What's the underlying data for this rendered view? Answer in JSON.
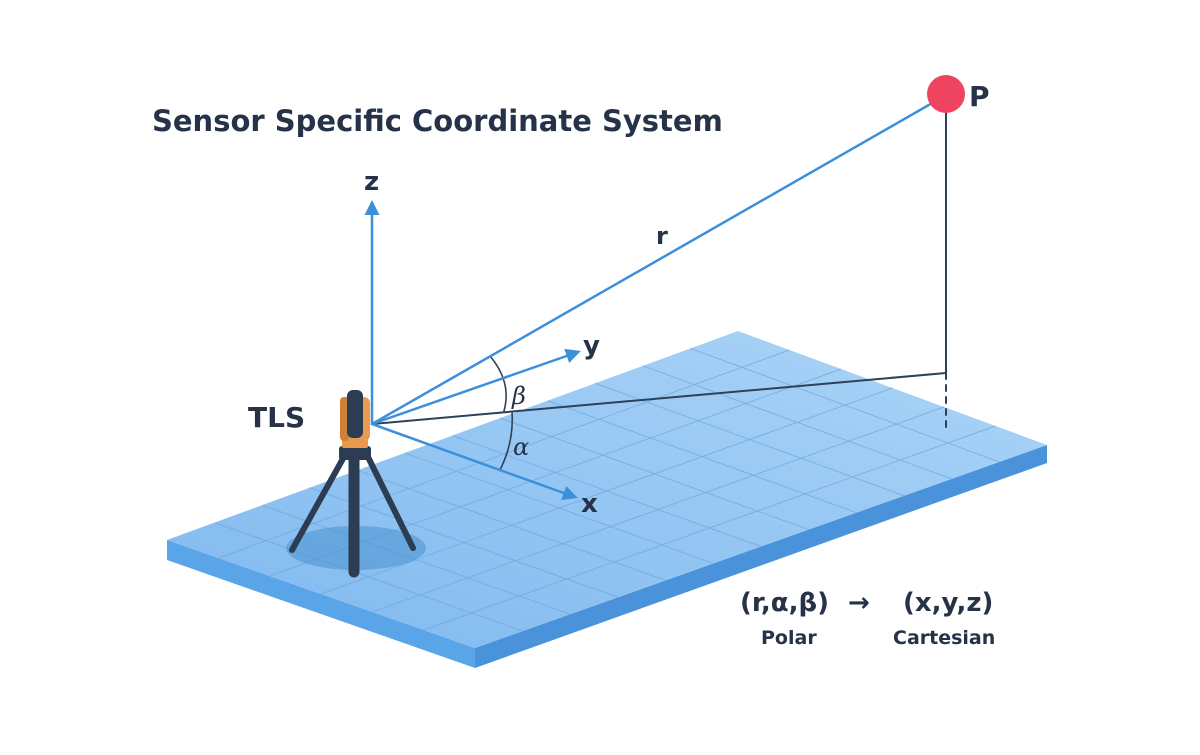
{
  "title": "Sensor Specific Coordinate System",
  "labels": {
    "point": "P",
    "range": "r",
    "z_axis": "z",
    "y_axis": "y",
    "x_axis": "x",
    "sensor": "TLS",
    "beta": "β",
    "alpha": "α"
  },
  "formula": {
    "polar": "(r,α,β)",
    "arrow": "→",
    "cartesian": "(x,y,z)",
    "polar_caption": "Polar",
    "cartesian_caption": "Cartesian"
  },
  "colors": {
    "text": "#263247",
    "axis_blue": "#3d8fdb",
    "plane_top": "#8fc3f1",
    "plane_side": "#5aa4e8",
    "grid": "#6fa8dd",
    "point": "#ee4460",
    "dark_line": "#2e4159",
    "tripod": "#2c3c52",
    "sensor_orange": "#e99a4f"
  }
}
